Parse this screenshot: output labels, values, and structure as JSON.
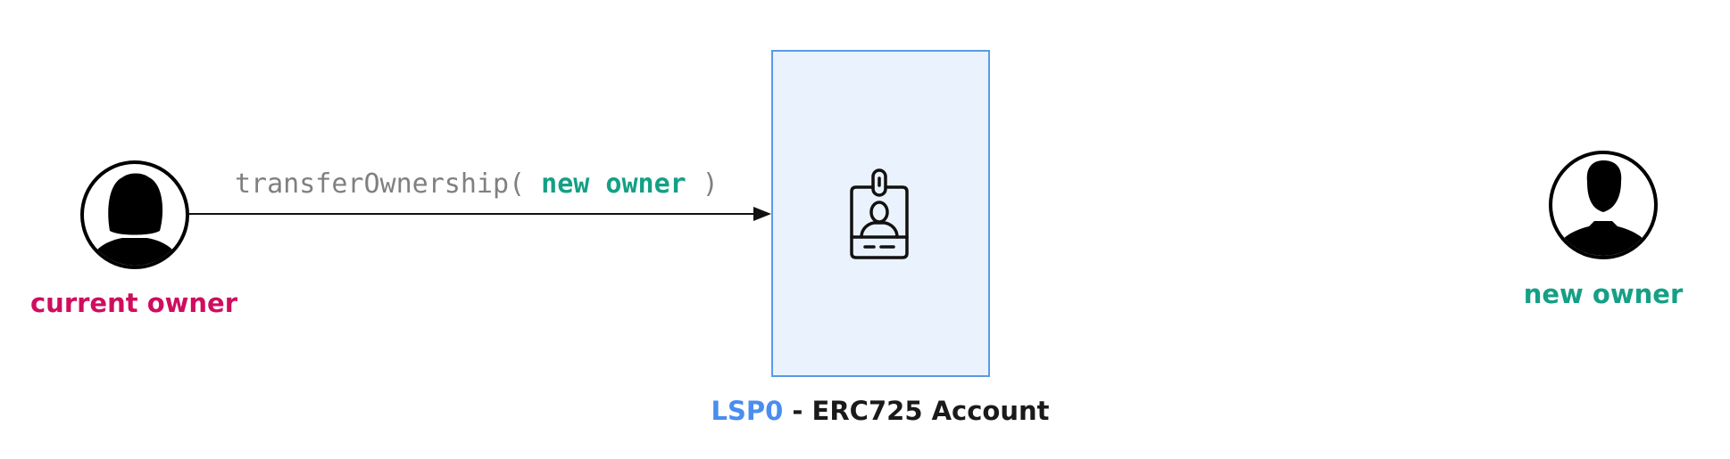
{
  "colors": {
    "current_owner": "#cf0d5f",
    "new_owner": "#14a085",
    "call_text": "#808080",
    "box_border": "#5a9ae8",
    "box_fill": "#eaf2fd",
    "lsp_accent": "#4a8df0"
  },
  "current_owner": {
    "label": "current owner",
    "icon": "female-user-icon"
  },
  "new_owner": {
    "label": "new owner",
    "icon": "male-user-icon"
  },
  "call": {
    "function": "transferOwnership(",
    "argument": "new owner",
    "close": ")"
  },
  "account": {
    "icon": "id-badge-icon",
    "standard": "LSP0",
    "name": " - ERC725 Account"
  }
}
